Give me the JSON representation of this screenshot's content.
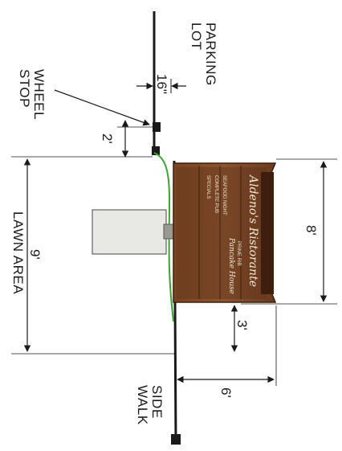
{
  "labels": {
    "parking_lot": [
      "PARKING",
      "LOT"
    ],
    "wheel_stop": [
      "WHEEL",
      "STOP"
    ],
    "lawn_area": [
      "LAWN AREA"
    ],
    "side_walk": [
      "SIDE",
      "WALK"
    ]
  },
  "dimensions": {
    "curb_gap": "16\"",
    "wheel_stop_offset": "2'",
    "lawn_width": "9'",
    "sign_width": "8'",
    "sign_gap": "3'",
    "sign_depth": "6'"
  },
  "sign": {
    "name": "Aldeno's Ristorante",
    "panel_lines": [
      "COMPLETE PUB",
      "SPECIALS",
      "SEAFOOD NIGHT",
      "PRIME RIB"
    ],
    "tagline": "Pancake House"
  },
  "colors": {
    "sign_wood": "#6b3a1f",
    "sign_dark": "#3e1e0d",
    "lawn_line": "#3aa334",
    "ink": "#1a1a1a"
  }
}
